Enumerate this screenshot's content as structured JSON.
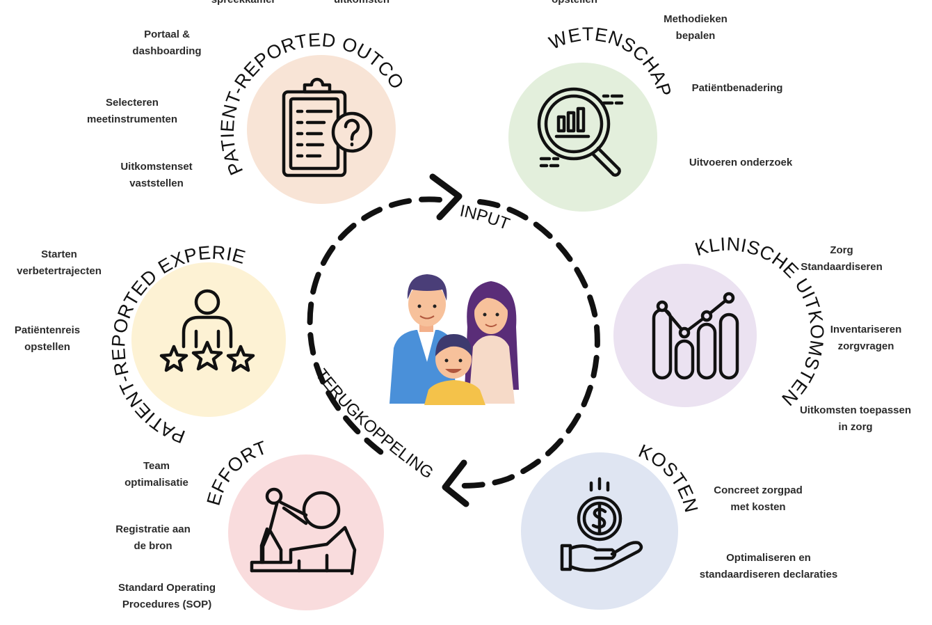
{
  "colors": {
    "patient_reported_outcomes": "#f8e4d6",
    "wetenschap": "#e3efdc",
    "klinische_uitkomsten": "#ebe2f1",
    "kosten": "#dfe5f2",
    "effort": "#f9dcdd",
    "patient_reported_experiences": "#fdf2d4",
    "line": "#111111"
  },
  "cycle": {
    "top_label": "INPUT",
    "bottom_label": "TERUGKOPPELING"
  },
  "center": {
    "icon": "family-icon"
  },
  "top_cut": [
    "spreekkamer",
    "uitkomsten",
    "opstellen"
  ],
  "themes": [
    {
      "key": "pro",
      "title": "PATIENT-REPORTED OUTCOMES",
      "icon": "clipboard-question-icon",
      "items": [
        [
          "Portaal &",
          "dashboarding"
        ],
        [
          "Selecteren",
          "meetinstrumenten"
        ],
        [
          "Uitkomstenset",
          "vaststellen"
        ]
      ]
    },
    {
      "key": "wet",
      "title": "WETENSCHAP",
      "icon": "magnifier-chart-icon",
      "items": [
        [
          "Methodieken",
          "bepalen"
        ],
        [
          "Patiëntbenadering"
        ],
        [
          "Uitvoeren onderzoek"
        ]
      ]
    },
    {
      "key": "kli",
      "title": "KLINISCHE UITKOMSTEN",
      "icon": "line-bar-chart-icon",
      "items": [
        [
          "Zorg",
          "Standaardiseren"
        ],
        [
          "Inventariseren",
          "zorgvragen"
        ],
        [
          "Uitkomsten toepassen",
          "in zorg"
        ]
      ]
    },
    {
      "key": "kos",
      "title": "KOSTEN",
      "icon": "hand-coin-icon",
      "items": [
        [
          "Concreet zorgpad",
          "met kosten"
        ],
        [
          "Optimaliseren en",
          "standaardiseren declaraties"
        ]
      ]
    },
    {
      "key": "eff",
      "title": "EFFORT",
      "icon": "push-boulder-icon",
      "items": [
        [
          "Team",
          "optimalisatie"
        ],
        [
          "Registratie aan",
          "de bron"
        ],
        [
          "Standard Operating",
          "Procedures (SOP)"
        ]
      ]
    },
    {
      "key": "pre",
      "title": "PATIENT-REPORTED EXPERIENCES",
      "icon": "person-stars-icon",
      "items": [
        [
          "Starten",
          "verbetertrajecten"
        ],
        [
          "Patiëntenreis",
          "opstellen"
        ]
      ]
    }
  ]
}
